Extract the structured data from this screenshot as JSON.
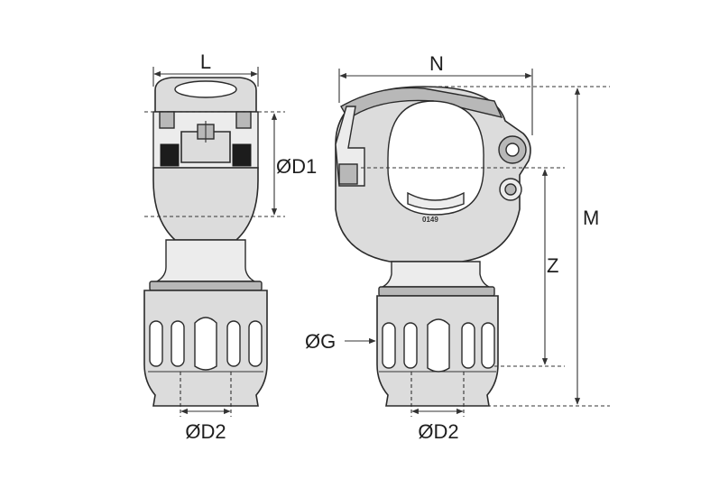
{
  "labels": {
    "L": "L",
    "N": "N",
    "D1": "ØD1",
    "Z": "Z",
    "M": "M",
    "G": "ØG",
    "D2_left": "ØD2",
    "D2_right": "ØD2",
    "mark": "0149"
  },
  "colors": {
    "body": "#dcdcdc",
    "outline": "#2b2b2b",
    "dimension": "#333333"
  }
}
